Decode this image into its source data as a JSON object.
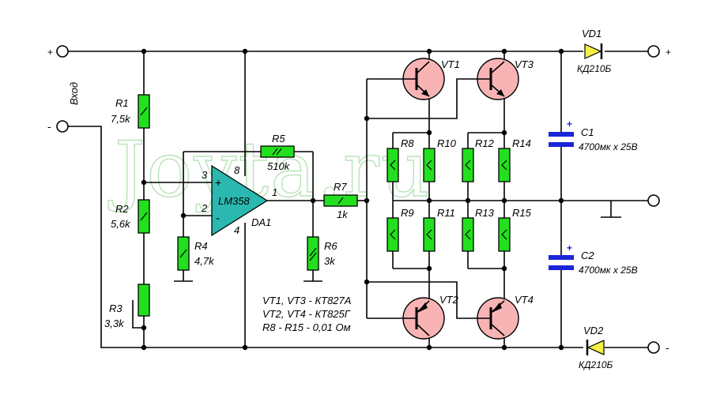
{
  "watermark": "Joyta.ru",
  "input_label": "Вход",
  "terminals": {
    "in_plus": "+",
    "in_minus": "-",
    "out_plus": "+",
    "out_minus": "-"
  },
  "opamp": {
    "name": "LM358",
    "ref": "DA1",
    "pin_noninv": "3",
    "pin_inv": "2",
    "pin_out": "1",
    "pin_vcc": "8",
    "pin_gnd": "4",
    "sign_plus": "+",
    "sign_minus": "-"
  },
  "resistors": {
    "R1": {
      "ref": "R1",
      "value": "7,5k"
    },
    "R2": {
      "ref": "R2",
      "value": "5,6k"
    },
    "R3": {
      "ref": "R3",
      "value": "3,3k"
    },
    "R4": {
      "ref": "R4",
      "value": "4,7k"
    },
    "R5": {
      "ref": "R5",
      "value": "510k"
    },
    "R6": {
      "ref": "R6",
      "value": "3k"
    },
    "R7": {
      "ref": "R7",
      "value": "1k"
    },
    "R8": {
      "ref": "R8"
    },
    "R9": {
      "ref": "R9"
    },
    "R10": {
      "ref": "R10"
    },
    "R11": {
      "ref": "R11"
    },
    "R12": {
      "ref": "R12"
    },
    "R13": {
      "ref": "R13"
    },
    "R14": {
      "ref": "R14"
    },
    "R15": {
      "ref": "R15"
    }
  },
  "transistors": {
    "VT1": "VT1",
    "VT2": "VT2",
    "VT3": "VT3",
    "VT4": "VT4"
  },
  "capacitors": {
    "C1": {
      "ref": "C1",
      "value": "4700мк х 25В",
      "polarity": "+"
    },
    "C2": {
      "ref": "C2",
      "value": "4700мк х 25В",
      "polarity": "+"
    }
  },
  "diodes": {
    "VD1": {
      "ref": "VD1",
      "part": "КД210Б"
    },
    "VD2": {
      "ref": "VD2",
      "part": "КД210Б"
    }
  },
  "notes": [
    "VT1, VT3 - КТ827А",
    "VT2, VT4 - КТ825Г",
    "R8 - R15 - 0,01 Ом"
  ],
  "colors": {
    "resistor": "#22e01e",
    "transistor": "#f8b4b4",
    "opamp": "#2ab8b0",
    "capacitor": "#1a25d8",
    "diode": "#f3f046"
  }
}
